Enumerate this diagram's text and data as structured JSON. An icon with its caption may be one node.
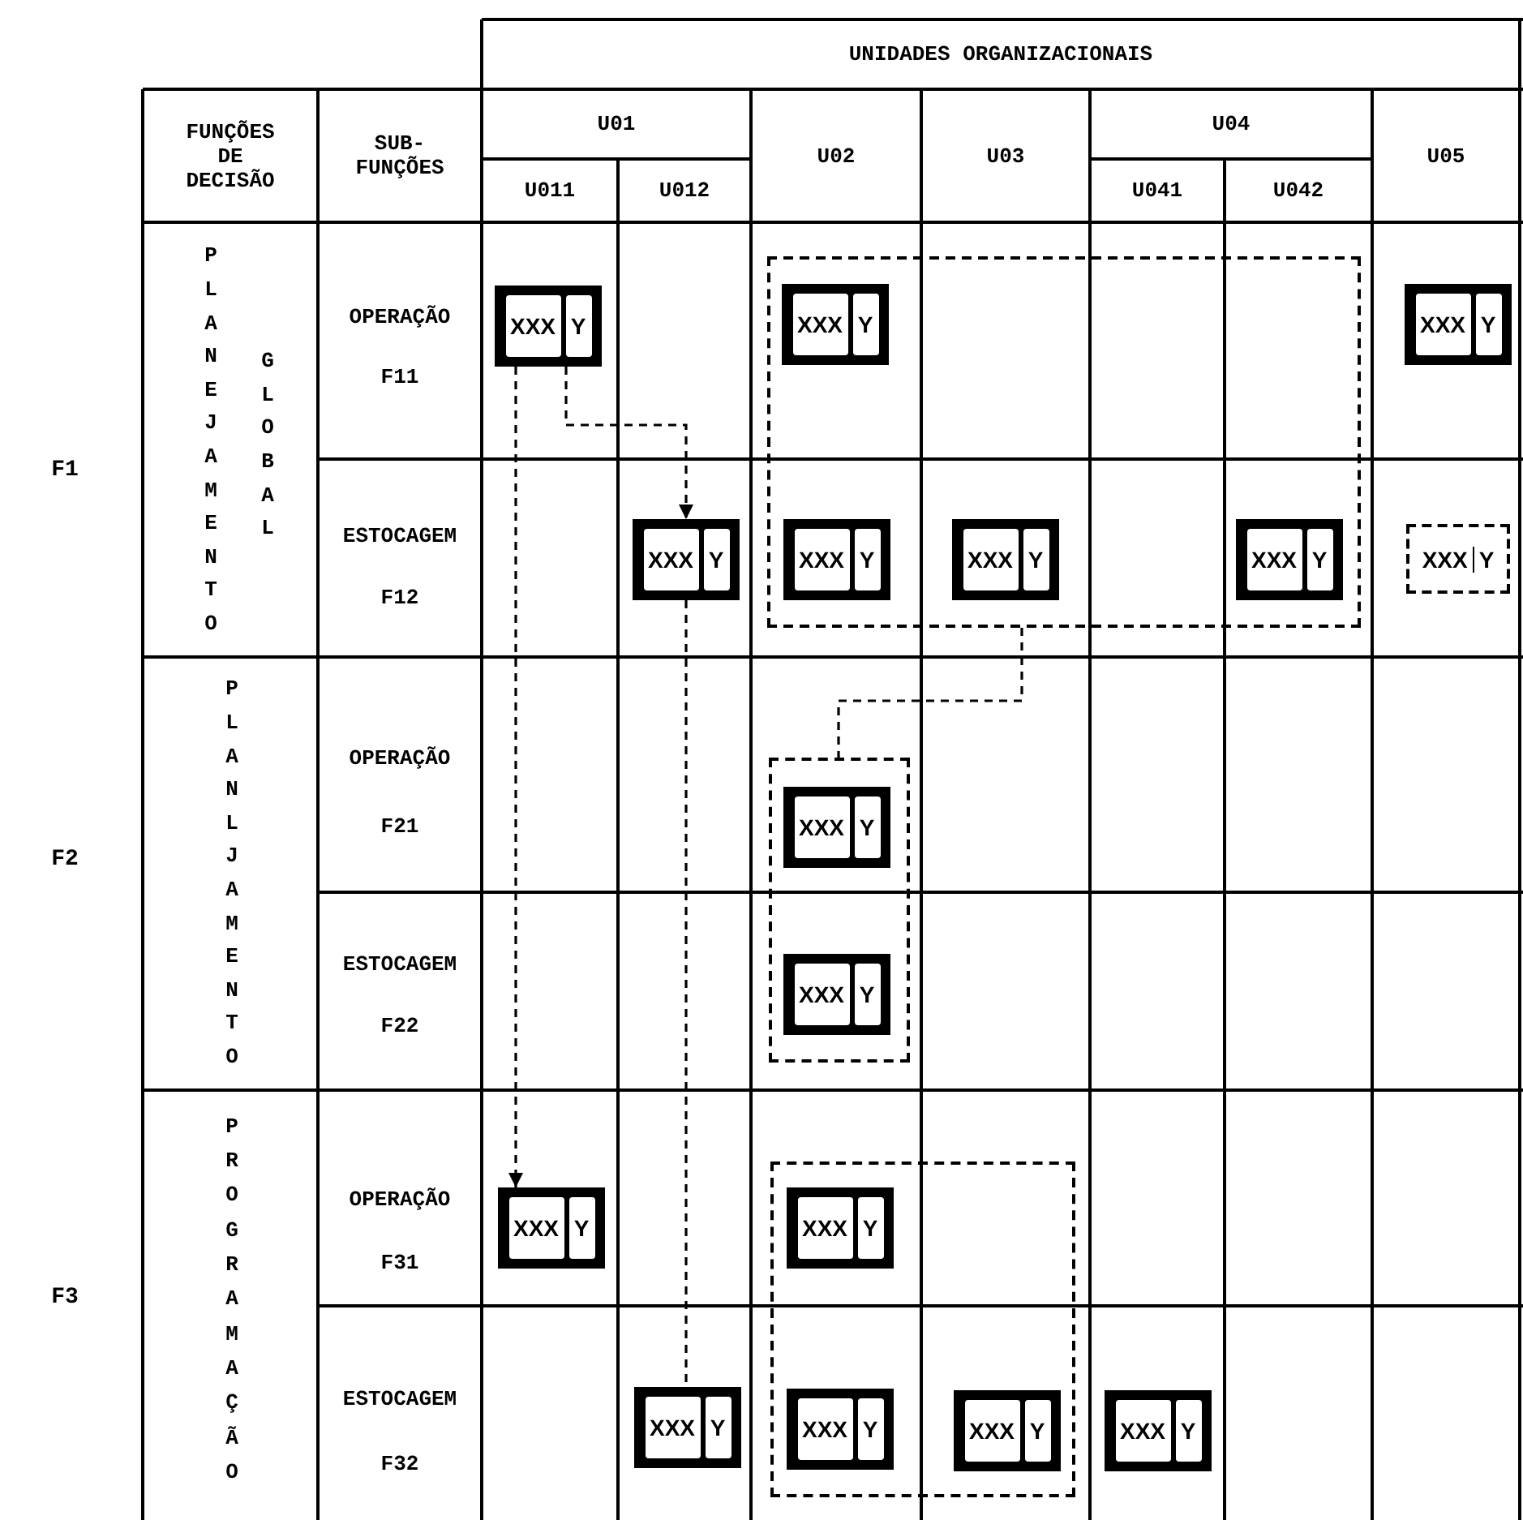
{
  "diagram": {
    "nodes": [
      {
        "text": [
          "XXX",
          "Y"
        ]
      },
      {
        "text": [],
        "shape": "box"
      },
      {
        "text": [
          "XXX",
          "Y"
        ],
        "in": 1
      },
      {
        "text": [
          "XXX",
          "Y"
        ]
      },
      {
        "text": [
          "XXX",
          "Y"
        ]
      },
      {
        "text": [
          "XXX",
          "Y"
        ],
        "in": 1
      },
      {
        "text": [
          "XXX",
          "Y"
        ],
        "in": 1
      },
      {
        "text": [
          "XXX",
          "Y"
        ],
        "in": 1
      },
      {
        "text": [
          "XXX",
          "Y"
        ]
      },
      {
        "text": [],
        "shape": "box"
      },
      {
        "text": [
          "XXX",
          "Y"
        ],
        "in": 9
      },
      {
        "text": [
          "XXX",
          "Y"
        ],
        "in": 9
      },
      {
        "text": [
          "XXX",
          "Y"
        ]
      },
      {
        "text": [],
        "shape": "box"
      },
      {
        "text": [
          "XXX",
          "Y"
        ],
        "in": 13
      },
      {
        "text": [
          "XXX",
          "Y"
        ]
      },
      {
        "text": [
          "XXX",
          "Y"
        ],
        "in": 13
      },
      {
        "text": [
          "XXX",
          "Y"
        ],
        "in": 13
      },
      {
        "text": [
          "XXX",
          "Y"
        ]
      }
    ],
    "edges": [
      {
        "from": 0,
        "to": 12,
        "arrow": "to",
        "style": "dashed"
      },
      {
        "from": 0,
        "to": 4,
        "arrow": "to",
        "style": "dashed"
      },
      {
        "from": 4,
        "to": 15,
        "arrow": "none",
        "style": "dashed"
      },
      {
        "from": 1,
        "to": 9,
        "arrow": "none",
        "style": "dashed"
      }
    ],
    "labels": [
      "UNIDADES ORGANIZACIONAIS",
      "FUNÇÕES DE DECISÃO",
      "SUB- FUNÇÕES",
      "U01",
      "U02",
      "U03",
      "U04",
      "U05",
      "U011",
      "U012",
      "U041",
      "U042",
      "F1",
      "PLANEJAMENTO",
      "GLOBAL",
      "OPERAÇÃO",
      "F11",
      "ESTOCAGEM",
      "F12",
      "F2",
      "PLANLJAMENTO",
      "OPERAÇÃO",
      "F21",
      "ESTOCAGEM",
      "F22",
      "F3",
      "PROGRAMAÇÃO",
      "OPERAÇÃO",
      "F31",
      "ESTOCAGEM",
      "F32"
    ]
  }
}
